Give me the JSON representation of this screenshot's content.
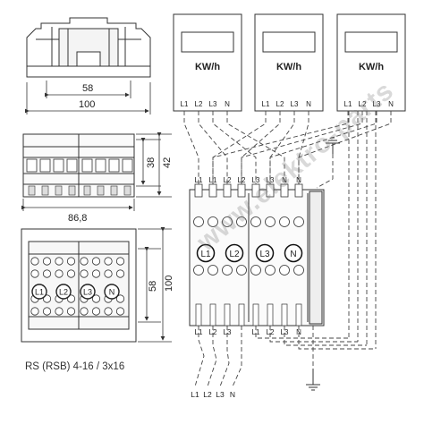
{
  "dims": {
    "top_width": "58",
    "top_overall": "100",
    "front_h_inner": "38",
    "front_h_outer": "42",
    "front_width": "86,8",
    "plan_h_inner": "58",
    "plan_h_outer": "100"
  },
  "plan_terminals": [
    "L1",
    "L2",
    "L3",
    "N"
  ],
  "meters": [
    {
      "label": "KW/h",
      "terminals": [
        "L1",
        "L2",
        "L3",
        "N"
      ]
    },
    {
      "label": "KW/h",
      "terminals": [
        "L1",
        "L2",
        "L3",
        "N"
      ]
    },
    {
      "label": "KW/h",
      "terminals": [
        "L1",
        "L2",
        "L3",
        "N"
      ]
    }
  ],
  "block_top_labels": [
    "L1",
    "L1",
    "L2",
    "L2",
    "L3",
    "L3",
    "N",
    "N"
  ],
  "block_terminals": [
    "L1",
    "L2",
    "L3",
    "N"
  ],
  "block_bottom_labels": [
    "L1",
    "L2",
    "L3",
    "L1",
    "L2",
    "L3",
    "N"
  ],
  "feed_labels": [
    "L1",
    "L2",
    "L3",
    "N"
  ],
  "caption": "RS (RSB) 4-16 / 3x16",
  "watermark": "www.elektro-parts"
}
